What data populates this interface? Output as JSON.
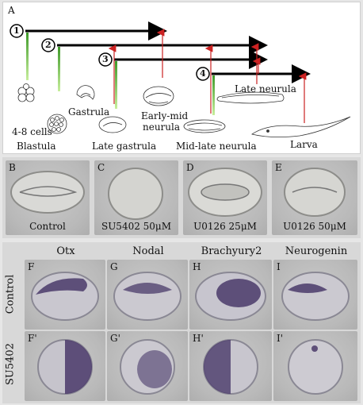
{
  "panel_a": {
    "label": "A",
    "steps": [
      "1",
      "2",
      "3",
      "4"
    ],
    "stages": {
      "cells": "4-8 cells",
      "blastula": "Blastula",
      "gastrula": "Gastrula",
      "late_gastrula": "Late gastrula",
      "early_mid_neurula_1": "Early-mid",
      "early_mid_neurula_2": "neurula",
      "mid_late_neurula": "Mid-late neurula",
      "late_neurula": "Late neurula",
      "larva": "Larva"
    }
  },
  "panel_b": {
    "items": [
      {
        "letter": "B",
        "caption": "Control"
      },
      {
        "letter": "C",
        "caption": "SU5402 50μM"
      },
      {
        "letter": "D",
        "caption": "U0126 25μM"
      },
      {
        "letter": "E",
        "caption": "U0126 50μM"
      }
    ]
  },
  "panel_f": {
    "columns": [
      "Otx",
      "Nodal",
      "Brachyury2",
      "Neurogenin"
    ],
    "rows": [
      "Control",
      "SU5402"
    ],
    "letters_top": [
      "F",
      "G",
      "H",
      "I"
    ],
    "letters_bottom": [
      "F'",
      "G'",
      "H'",
      "I'"
    ]
  },
  "colors": {
    "arrow": "#000000",
    "marker_arrow": "#cc2222",
    "start_bar": "#7ac943",
    "stain": "#4a3a6a"
  }
}
